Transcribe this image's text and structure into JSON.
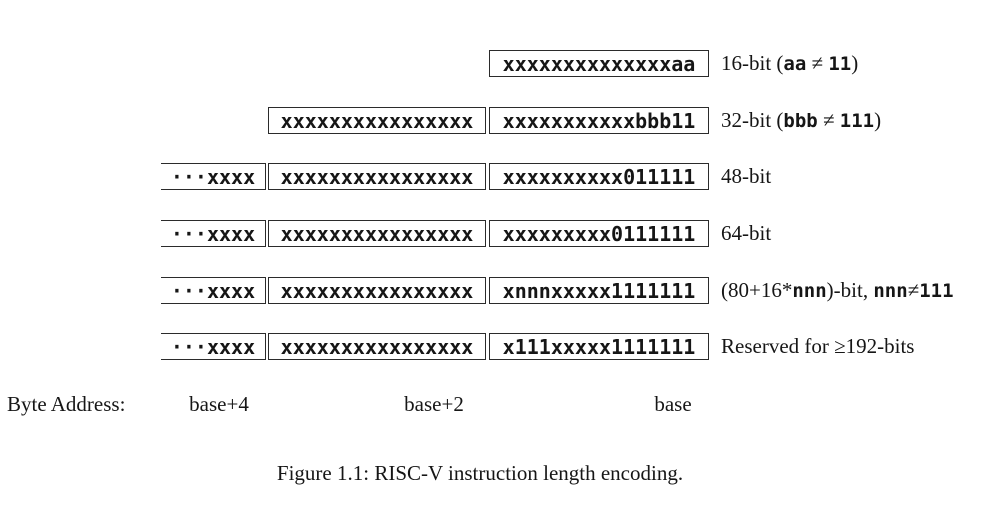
{
  "page": {
    "background_color": "#ffffff",
    "text_color": "#161616",
    "border_color": "#2b2b2b"
  },
  "figure": {
    "rows": [
      {
        "right": "xxxxxxxxxxxxxxaa",
        "label": "16-bit (aa ≠ 11)",
        "label_parts": [
          {
            "t": "16-bit (",
            "tt": false
          },
          {
            "t": "aa",
            "tt": true
          },
          {
            "t": " ≠ ",
            "tt": false
          },
          {
            "t": "11",
            "tt": true
          },
          {
            "t": ")",
            "tt": false
          }
        ]
      },
      {
        "mid": "xxxxxxxxxxxxxxxx",
        "right": "xxxxxxxxxxxbbb11",
        "label": "32-bit (bbb ≠ 111)",
        "label_parts": [
          {
            "t": "32-bit (",
            "tt": false
          },
          {
            "t": "bbb",
            "tt": true
          },
          {
            "t": " ≠ ",
            "tt": false
          },
          {
            "t": "111",
            "tt": true
          },
          {
            "t": ")",
            "tt": false
          }
        ]
      },
      {
        "left": "···xxxx",
        "mid": "xxxxxxxxxxxxxxxx",
        "right": "xxxxxxxxxx011111",
        "label": "48-bit",
        "label_parts": [
          {
            "t": "48-bit",
            "tt": false
          }
        ]
      },
      {
        "left": "···xxxx",
        "mid": "xxxxxxxxxxxxxxxx",
        "right": "xxxxxxxxx0111111",
        "label": "64-bit",
        "label_parts": [
          {
            "t": "64-bit",
            "tt": false
          }
        ]
      },
      {
        "left": "···xxxx",
        "mid": "xxxxxxxxxxxxxxxx",
        "right": "xnnnxxxxx1111111",
        "label": "(80+16*nnn)-bit, nnn≠111",
        "label_parts": [
          {
            "t": "(80+16*",
            "tt": false
          },
          {
            "t": "nnn",
            "tt": true
          },
          {
            "t": ")-bit, ",
            "tt": false
          },
          {
            "t": "nnn",
            "tt": true
          },
          {
            "t": "≠",
            "tt": false
          },
          {
            "t": "111",
            "tt": true
          }
        ]
      },
      {
        "left": "···xxxx",
        "mid": "xxxxxxxxxxxxxxxx",
        "right": "x111xxxxx1111111",
        "label": "Reserved for ≥192-bits",
        "label_parts": [
          {
            "t": "Reserved for ≥192-bits",
            "tt": false
          }
        ]
      }
    ],
    "byte_address": {
      "heading": "Byte Address:",
      "labels": [
        "base+4",
        "base+2",
        "base"
      ]
    },
    "caption": "Figure 1.1: RISC-V instruction length encoding."
  }
}
